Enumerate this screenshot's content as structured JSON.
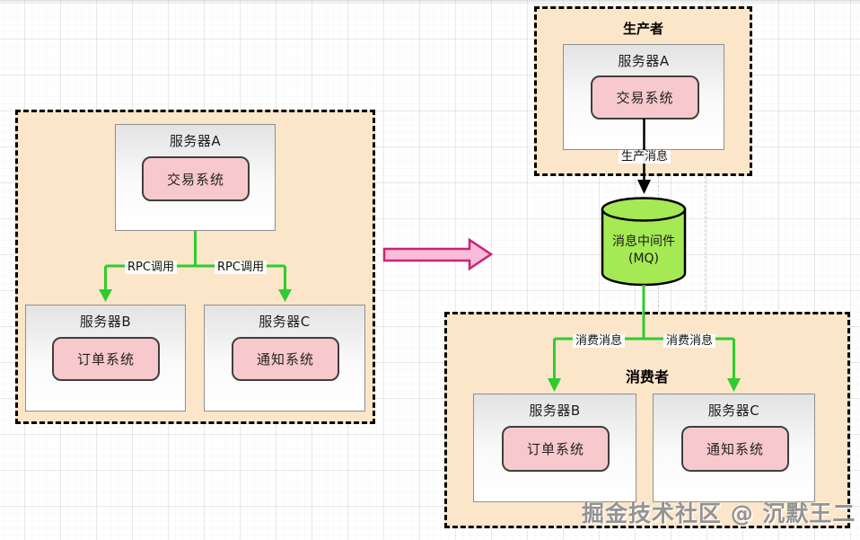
{
  "diagram": {
    "left_group": {
      "server_a": {
        "title": "服务器A",
        "system": "交易系统"
      },
      "server_b": {
        "title": "服务器B",
        "system": "订单系统"
      },
      "server_c": {
        "title": "服务器C",
        "system": "通知系统"
      },
      "rpc_left": "RPC调用",
      "rpc_right": "RPC调用"
    },
    "producer_group": {
      "title": "生产者",
      "server_a": {
        "title": "服务器A",
        "system": "交易系统"
      },
      "produce_label": "生产消息"
    },
    "mq": {
      "name": "消息中间件",
      "abbr": "(MQ)"
    },
    "consumer_group": {
      "title": "消费者",
      "consume_left": "消费消息",
      "consume_right": "消费消息",
      "server_b": {
        "title": "服务器B",
        "system": "订单系统"
      },
      "server_c": {
        "title": "服务器C",
        "system": "通知系统"
      }
    },
    "watermark": "掘金技术社区 @ 沉默王二",
    "colors": {
      "group_fill": "#fce6ca",
      "connector_green": "#2ecc2e",
      "mq_fill": "#a5e955",
      "system_fill": "#f8c9cc",
      "transform_arrow_fill": "#f9bcd9",
      "transform_arrow_stroke": "#cc2277"
    }
  }
}
